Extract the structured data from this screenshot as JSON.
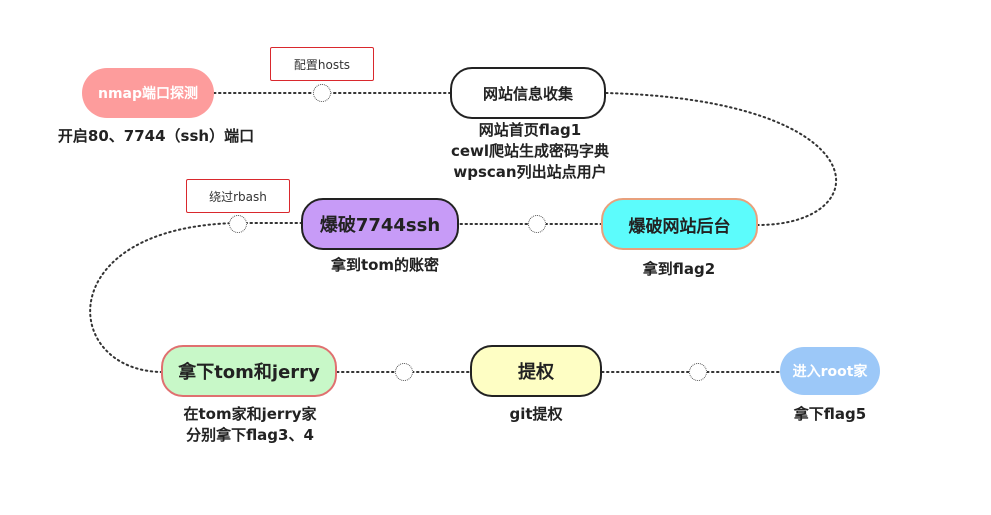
{
  "nodes": {
    "nmap": {
      "label": "nmap端口探测",
      "caption": [
        "开启80、7744（ssh）端口"
      ],
      "color": "#fd9c9c"
    },
    "info": {
      "label": "网站信息收集",
      "caption": [
        "网站首页flag1",
        "cewl爬站生成密码字典",
        "wpscan列出站点用户"
      ],
      "color": "#ffffff"
    },
    "brute_web": {
      "label": "爆破网站后台",
      "caption": [
        "拿到flag2"
      ],
      "color": "#5cfcfc"
    },
    "brute_ssh": {
      "label": "爆破7744ssh",
      "caption": [
        "拿到tom的账密"
      ],
      "color": "#c79bf7"
    },
    "take_users": {
      "label": "拿下tom和jerry",
      "caption": [
        "在tom家和jerry家",
        "分别拿下flag3、4"
      ],
      "color": "#c8f8c8"
    },
    "privesc": {
      "label": "提权",
      "caption": [
        "git提权"
      ],
      "color": "#fefec4"
    },
    "root": {
      "label": "进入root家",
      "caption": [
        "拿下flag5"
      ],
      "color": "#9cc8f8"
    }
  },
  "tags": {
    "hosts": "配置hosts",
    "rbash": "绕过rbash"
  }
}
